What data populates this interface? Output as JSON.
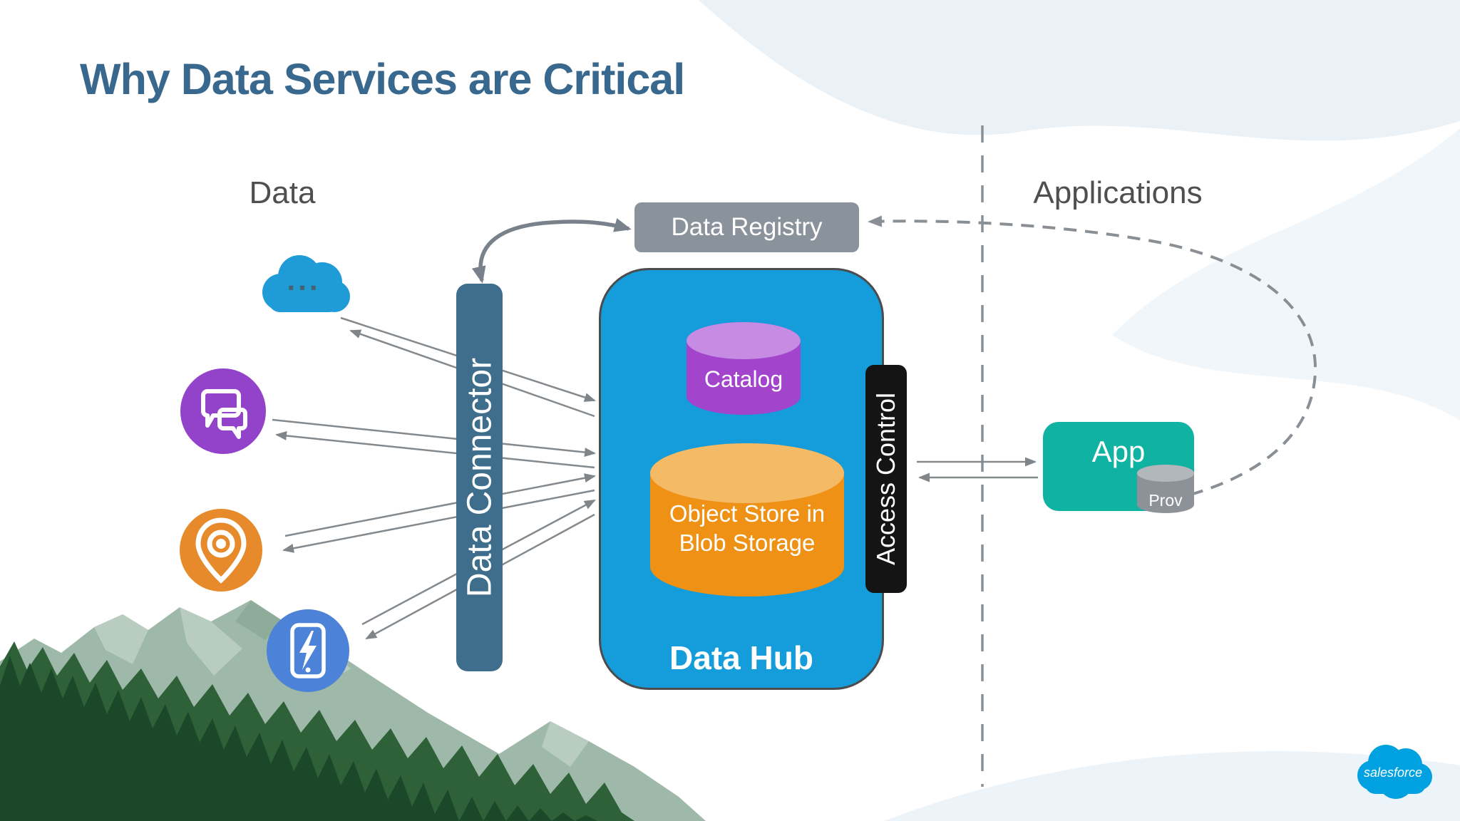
{
  "slide": {
    "title": "Why Data Services are Critical",
    "brand_logo_text": "salesforce"
  },
  "sections": {
    "left_label": "Data",
    "right_label": "Applications"
  },
  "nodes": {
    "data_registry": "Data Registry",
    "data_connector": "Data Connector",
    "data_hub": "Data Hub",
    "catalog": "Catalog",
    "object_store_line1": "Object Store in",
    "object_store_line2": "Blob Storage",
    "access_control": "Access Control",
    "app": "App",
    "prov": "Prov",
    "cloud_source_dots": "..."
  },
  "icons": {
    "source_1": "cloud-icon",
    "source_2": "chat-bubbles-icon",
    "source_3": "location-pin-icon",
    "source_4": "mobile-lightning-icon",
    "brand": "salesforce-cloud-logo"
  },
  "colors": {
    "title_text": "#38688D",
    "hub_blue": "#149CDB",
    "catalog_purple": "#A245CC",
    "object_store_orange": "#EE9114",
    "connector_slate": "#3E6E8C",
    "app_teal": "#10B2A2",
    "registry_gray": "#8A929B",
    "access_control_black": "#141414",
    "salesforce_blue": "#00A1E0",
    "arrow_gray": "#7F8589"
  }
}
